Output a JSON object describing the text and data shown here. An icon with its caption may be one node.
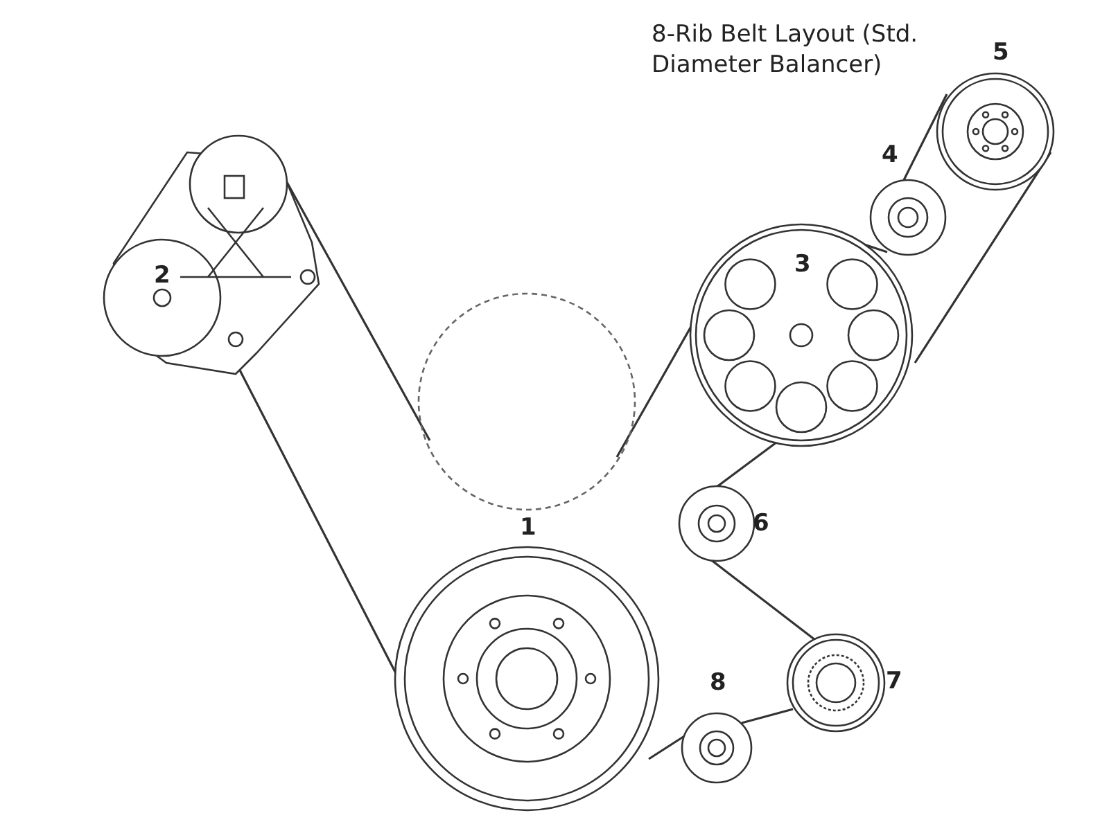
{
  "diagram": {
    "title": "8-Rib Belt Layout (Std. Diameter Balancer)",
    "labels": [
      "5",
      "4",
      "3",
      "2",
      "6",
      "1",
      "7",
      "8"
    ]
  }
}
